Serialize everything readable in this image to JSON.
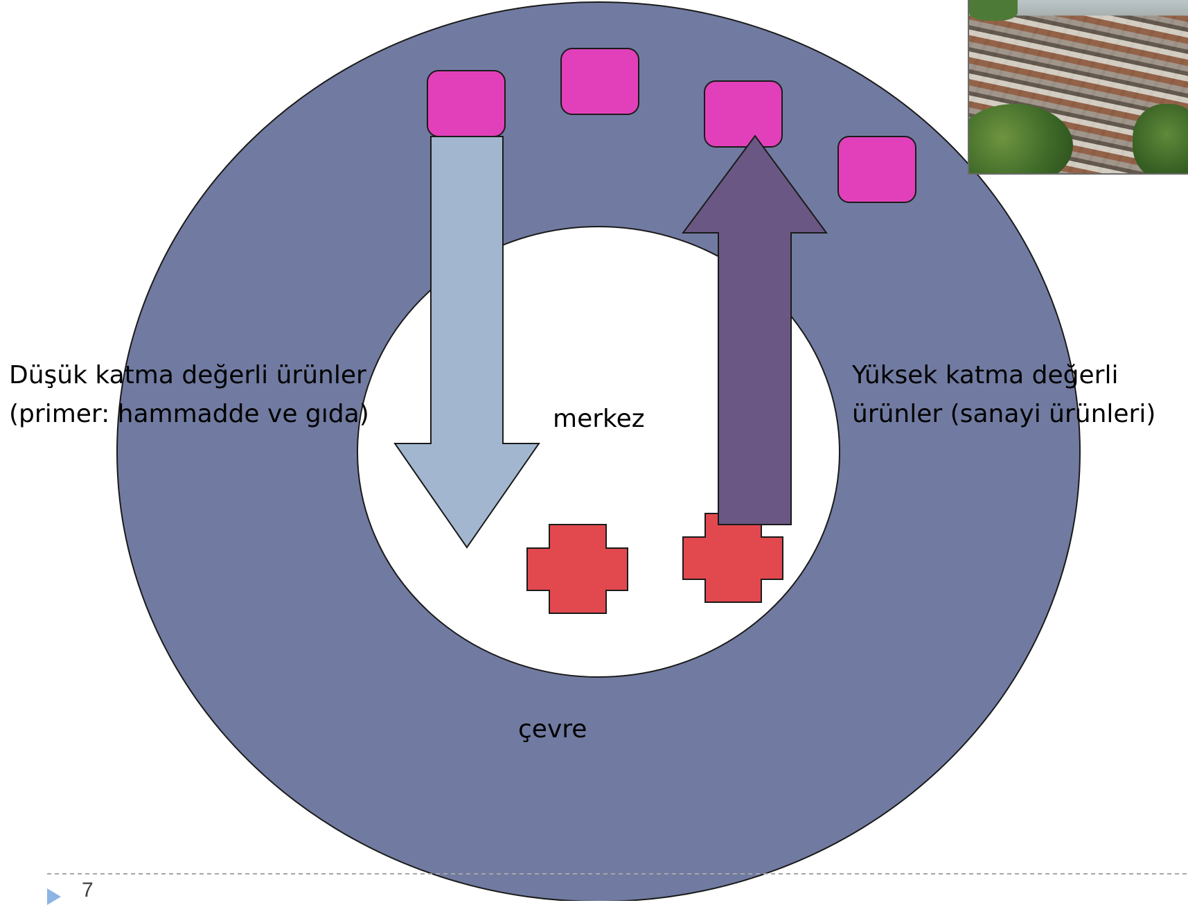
{
  "slide": {
    "labels": {
      "left": "Düşük katma değerli ürünler (primer: hammadde ve gıda)",
      "right": "Yüksek katma değerli ürünler (sanayi ürünleri)",
      "center": "merkez",
      "outer": "çevre"
    },
    "slide_number": "7"
  },
  "colors": {
    "outer_ring": "#717ba1",
    "inner_circle": "#ffffff",
    "down_arrow": "#a2b7cf",
    "up_arrow": "#6a5783",
    "squares": "#e140ba",
    "crosses": "#e2494f",
    "footer_line": "#a6a6a6"
  },
  "icons": {
    "photo": "slum-photo",
    "footer_marker": "triangle-right-icon"
  }
}
